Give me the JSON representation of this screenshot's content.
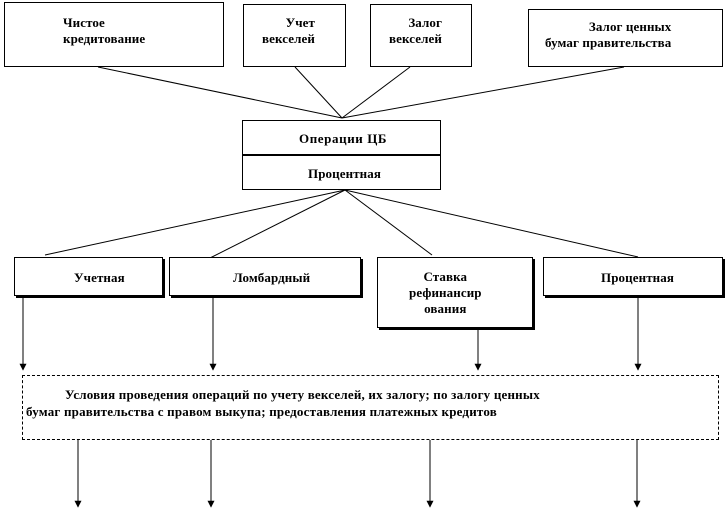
{
  "top_boxes": {
    "net_lending": "Чистое\nкредитование",
    "bill_discount": "Учет\nвекселей",
    "bill_pledge": "Залог\nвекселей",
    "gov_securities_pledge": "Залог ценных\nбумаг правительства"
  },
  "center": {
    "operations": "Операции ЦБ",
    "interest": "Процентная"
  },
  "rate_boxes": {
    "discount": "Учетная",
    "lombard": "Ломбардный",
    "refinancing": "Ставка\nрефинансир\nования",
    "interest": "Процентная"
  },
  "conditions": {
    "line1": "Условия проведения операций по учету векселей, их залогу; по залогу ценных",
    "line2": "бумаг правительства с правом выкупа; предоставления платежных кредитов"
  }
}
